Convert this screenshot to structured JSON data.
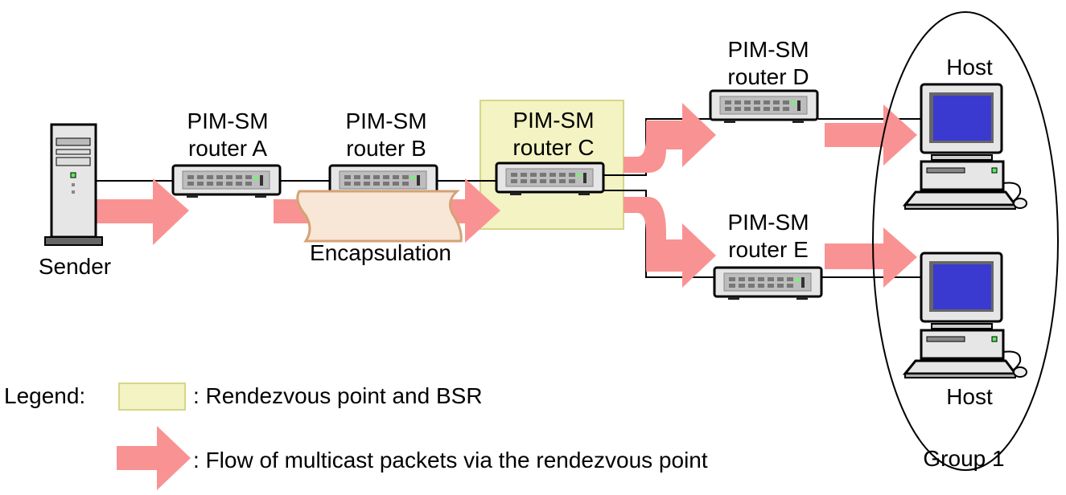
{
  "sender": {
    "label": "Sender"
  },
  "routers": [
    {
      "line1": "PIM-SM",
      "line2": "router A"
    },
    {
      "line1": "PIM-SM",
      "line2": "router B"
    },
    {
      "line1": "PIM-SM",
      "line2": "router C"
    },
    {
      "line1": "PIM-SM",
      "line2": "router D"
    },
    {
      "line1": "PIM-SM",
      "line2": "router E"
    }
  ],
  "encapsulation": "Encapsulation",
  "hosts": [
    {
      "label": "Host"
    },
    {
      "label": "Host"
    }
  ],
  "group": "Group 1",
  "legend": {
    "title": "Legend:",
    "rp_text": ": Rendezvous point and BSR",
    "flow_text": ": Flow of multicast packets via the rendezvous point"
  },
  "colors": {
    "arrow": "#f99393",
    "rp_fill": "#f3f3c3",
    "rp_border": "#d6d68a",
    "tube_fill": "#f8e6d6",
    "tube_border": "#d4a275",
    "screen": "#3a3ad0"
  }
}
